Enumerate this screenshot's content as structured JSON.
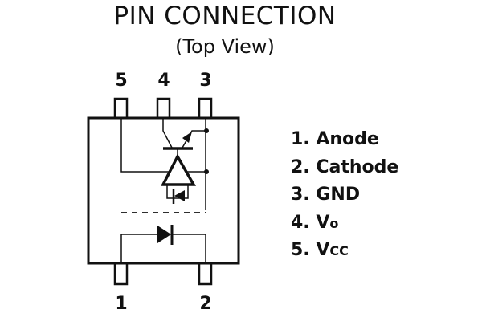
{
  "title": "PIN CONNECTION",
  "subtitle": "(Top View)",
  "pin_labels": {
    "top": [
      "5",
      "4",
      "3"
    ],
    "bottom": [
      "1",
      "2"
    ]
  },
  "legend": [
    {
      "number": "1.",
      "name": "Anode",
      "sub": ""
    },
    {
      "number": "2.",
      "name": "Cathode",
      "sub": ""
    },
    {
      "number": "3.",
      "name": "GND",
      "sub": ""
    },
    {
      "number": "4.",
      "name": "V",
      "sub": "o"
    },
    {
      "number": "5.",
      "name": "V",
      "sub": "CC"
    }
  ],
  "colors": {
    "line": "#111111",
    "background": "#ffffff"
  }
}
